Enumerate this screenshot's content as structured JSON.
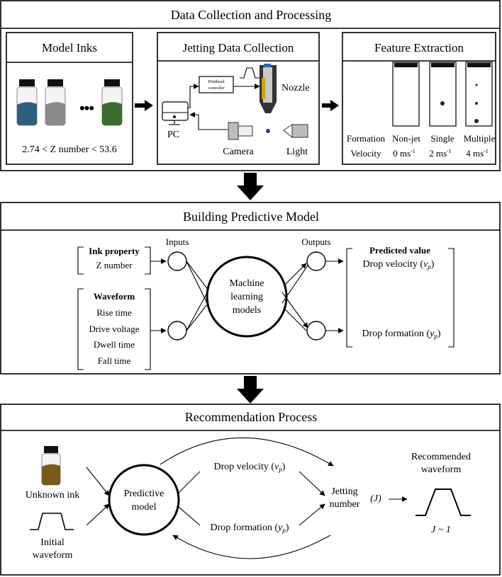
{
  "sections": {
    "data_collection": {
      "title": "Data Collection and Processing",
      "model_inks": {
        "title": "Model Inks",
        "range_text": "2.74 < Z number < 53.6",
        "ellipsis": "•••",
        "vial_colors": [
          "#2f5f7f",
          "#8a8a8a",
          "#3d6b2f"
        ]
      },
      "jetting": {
        "title": "Jetting Data Collection",
        "controller_line1": "Printhead",
        "controller_line2": "controller",
        "nozzle": "Nozzle",
        "pc": "PC",
        "camera": "Camera",
        "light": "Light"
      },
      "features": {
        "title": "Feature Extraction",
        "row_formation": "Formation",
        "row_velocity": "Velocity",
        "cols": [
          {
            "formation": "Non-jet",
            "velocity_value": "0 ms",
            "velocity_unit": "-1",
            "drops": 0
          },
          {
            "formation": "Single",
            "velocity_value": "2 ms",
            "velocity_unit": "-1",
            "drops": 1
          },
          {
            "formation": "Multiple",
            "velocity_value": "4 ms",
            "velocity_unit": "-1",
            "drops": 3
          }
        ]
      }
    },
    "predictive": {
      "title": "Building Predictive Model",
      "inputs_label": "Inputs",
      "outputs_label": "Outputs",
      "ink_property": {
        "title": "Ink property",
        "item": "Z number"
      },
      "waveform": {
        "title": "Waveform",
        "items": [
          "Rise time",
          "Drive voltage",
          "Dwell time",
          "Fall time"
        ]
      },
      "ml_line1": "Machine",
      "ml_line2": "learning",
      "ml_line3": "models",
      "predicted": {
        "title": "Predicted value",
        "velocity_text": "Drop velocity (",
        "velocity_var": "v",
        "velocity_sub": "p",
        "formation_text": "Drop formation (",
        "formation_var": "y",
        "formation_sub": "p",
        "close_paren": ")"
      }
    },
    "recommendation": {
      "title": "Recommendation Process",
      "unknown_ink": "Unknown ink",
      "initial_line1": "Initial",
      "initial_line2": "waveform",
      "predictive_line1": "Predictive",
      "predictive_line2": "model",
      "velocity_text": "Drop velocity (",
      "velocity_var": "v",
      "velocity_sub": "p",
      "formation_text": "Drop formation (",
      "formation_var": "y",
      "formation_sub": "p",
      "close_paren": ")",
      "jetting_line1": "Jetting",
      "jetting_line2": "number",
      "jetting_symbol": "(J)",
      "recommended_line1": "Recommended",
      "recommended_line2": "waveform",
      "j_condition": "J ~ 1",
      "unknown_ink_color": "#7a5a1a"
    }
  }
}
